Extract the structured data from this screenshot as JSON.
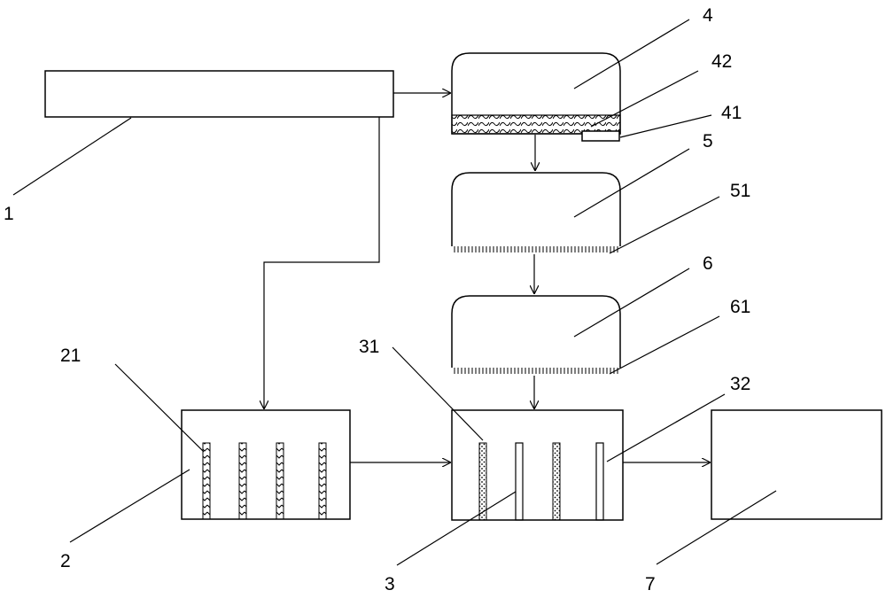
{
  "labels": {
    "l1": "1",
    "l2": "2",
    "l21": "21",
    "l3": "3",
    "l31": "31",
    "l32": "32",
    "l4": "4",
    "l41": "41",
    "l42": "42",
    "l5": "5",
    "l51": "51",
    "l6": "6",
    "l61": "61",
    "l7": "7"
  },
  "colors": {
    "stroke": "#000000",
    "background": "#ffffff"
  }
}
